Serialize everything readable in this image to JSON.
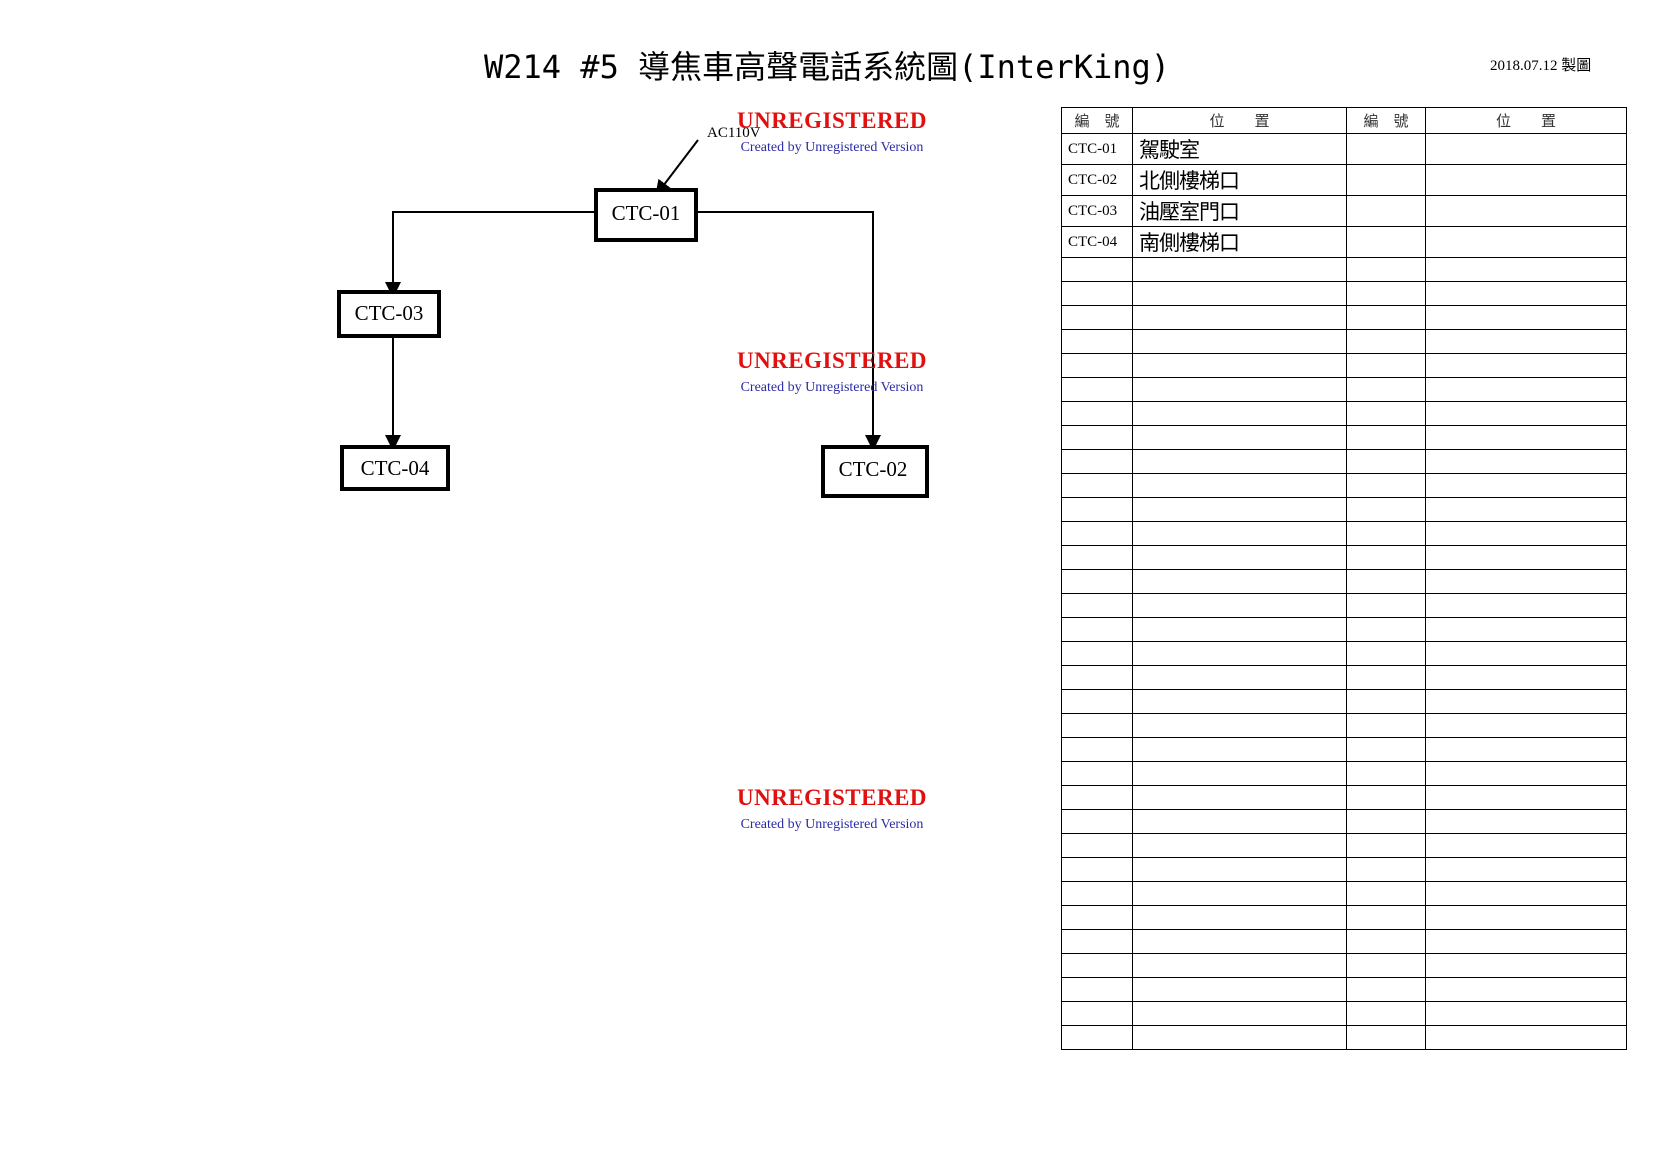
{
  "header": {
    "title": "W214 #5 導焦車高聲電話系統圖(InterKing)",
    "date": "2018.07.12 製圖"
  },
  "diagram": {
    "power_label": "AC110V",
    "nodes": [
      "CTC-01",
      "CTC-02",
      "CTC-03",
      "CTC-04"
    ]
  },
  "watermarks": [
    {
      "main": "UNREGISTERED",
      "sub": "Created by Unregistered Version"
    },
    {
      "main": "UNREGISTERED",
      "sub": "Created by Unregistered Version"
    },
    {
      "main": "UNREGISTERED",
      "sub": "Created by Unregistered Version"
    }
  ],
  "legend": {
    "headers": [
      "編　號",
      "位　　置",
      "編　號",
      "位　　置"
    ],
    "rows": [
      {
        "code": "CTC-01",
        "location": "駕駛室"
      },
      {
        "code": "CTC-02",
        "location": "北側樓梯口"
      },
      {
        "code": "CTC-03",
        "location": "油壓室門口"
      },
      {
        "code": "CTC-04",
        "location": "南側樓梯口"
      }
    ]
  }
}
